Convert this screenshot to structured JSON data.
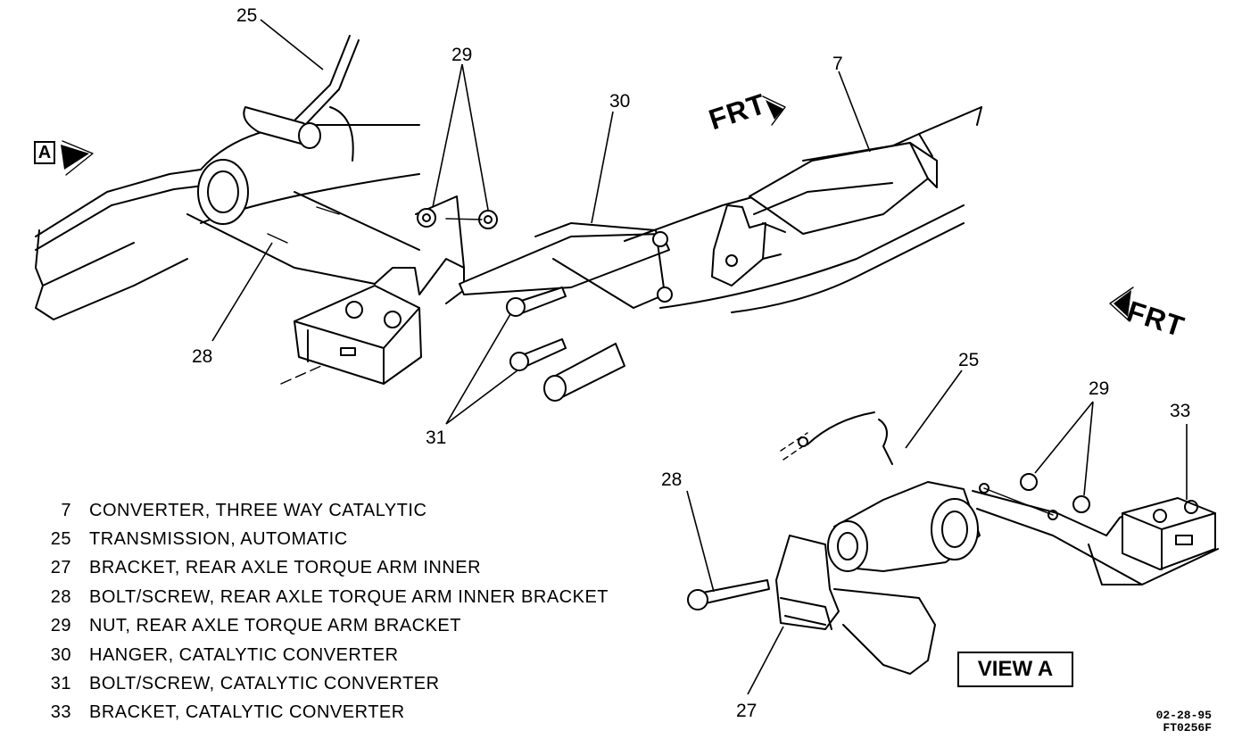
{
  "callouts": {
    "c25_top": "25",
    "c29_top": "29",
    "c30": "30",
    "c7": "7",
    "c28_left": "28",
    "c31": "31",
    "c25_view": "25",
    "c29_view": "29",
    "c33": "33",
    "c28_view": "28",
    "c27": "27"
  },
  "markers": {
    "view_ref": "A",
    "frt_top": "FRT",
    "frt_right": "FRT",
    "view_label": "VIEW A"
  },
  "legend": [
    {
      "num": "7",
      "text": "CONVERTER, THREE WAY CATALYTIC"
    },
    {
      "num": "25",
      "text": "TRANSMISSION, AUTOMATIC"
    },
    {
      "num": "27",
      "text": "BRACKET, REAR AXLE TORQUE ARM INNER"
    },
    {
      "num": "28",
      "text": "BOLT/SCREW, REAR AXLE TORQUE ARM INNER BRACKET"
    },
    {
      "num": "29",
      "text": "NUT, REAR AXLE TORQUE ARM BRACKET"
    },
    {
      "num": "30",
      "text": "HANGER, CATALYTIC CONVERTER"
    },
    {
      "num": "31",
      "text": "BOLT/SCREW, CATALYTIC CONVERTER"
    },
    {
      "num": "33",
      "text": "BRACKET, CATALYTIC CONVERTER"
    }
  ],
  "stamp": {
    "date": "02-28-95",
    "code": "FT0256F"
  }
}
